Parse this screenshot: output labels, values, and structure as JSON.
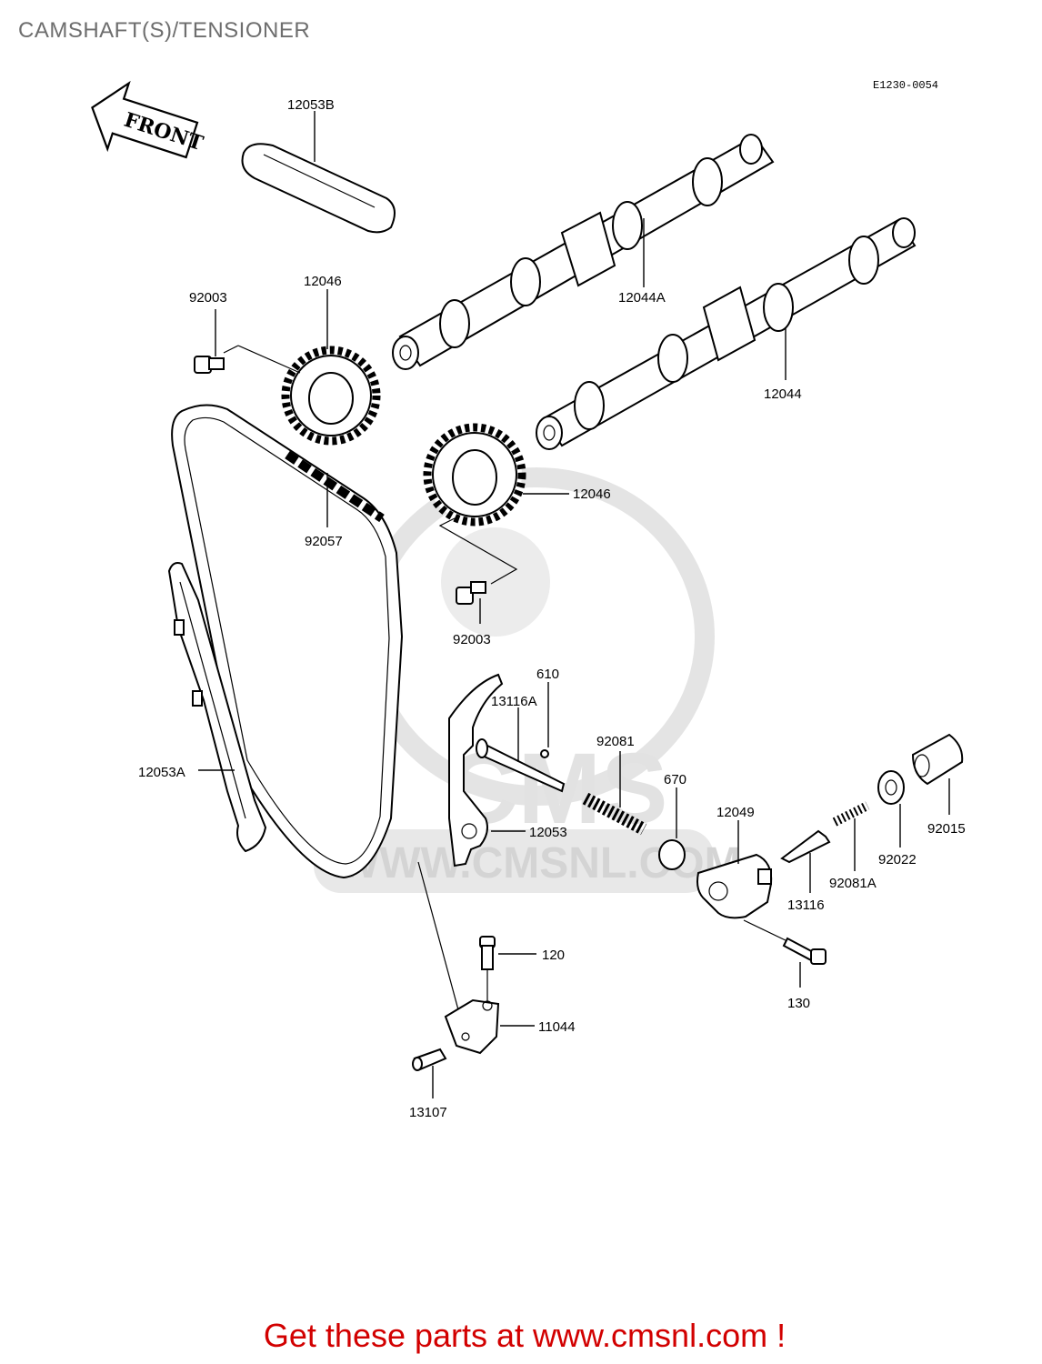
{
  "page": {
    "title": "CAMSHAFT(S)/TENSIONER"
  },
  "diagram": {
    "code": "E1230-0054",
    "front_label": "FRONT",
    "watermark": {
      "brand": "CMS",
      "url": "WWW.CMSNL.COM"
    },
    "labels": {
      "guide_upper": "12053B",
      "camshaft_upper": "12044A",
      "camshaft_lower": "12044",
      "sprocket_left": "12046",
      "sprocket_right": "12046",
      "bolt_left": "92003",
      "bolt_right": "92003",
      "chain": "92057",
      "guide_left": "12053A",
      "tensioner_arm": "12053",
      "pin_long": "13116A",
      "ball": "610",
      "spring_large": "92081",
      "oring": "670",
      "tensioner_body": "12049",
      "push_rod": "13116",
      "spring_small": "92081A",
      "washer": "92022",
      "cap": "92015",
      "bolt_130": "130",
      "bolt_120": "120",
      "bracket": "11044",
      "pin_13107": "13107"
    }
  },
  "footer": {
    "cta": "Get these parts at www.cmsnl.com !"
  }
}
